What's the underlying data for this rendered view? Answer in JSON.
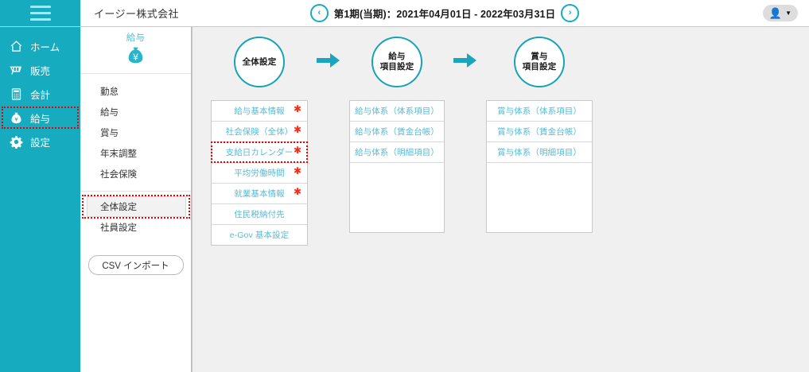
{
  "topbar": {
    "menu_icon": "hamburger-icon",
    "company_name": "イージー株式会社",
    "prev_label": "‹",
    "next_label": "›",
    "period_text": "第1期(当期)：2021年04月01日 - 2022年03月31日",
    "user_icon": "user-icon",
    "user_caret": "▼"
  },
  "nav": {
    "items": [
      {
        "label": "ホーム",
        "icon": "home-icon",
        "active": false
      },
      {
        "label": "販売",
        "icon": "cart-icon",
        "active": false
      },
      {
        "label": "会計",
        "icon": "calculator-icon",
        "active": false
      },
      {
        "label": "給与",
        "icon": "money-bag-icon",
        "active": true
      },
      {
        "label": "設定",
        "icon": "gear-icon",
        "active": false
      }
    ]
  },
  "sub": {
    "header_label": "給与",
    "header_icon": "money-bag-icon",
    "items": [
      {
        "label": "勤怠"
      },
      {
        "label": "給与"
      },
      {
        "label": "賞与"
      },
      {
        "label": "年末調整"
      },
      {
        "label": "社会保険"
      }
    ],
    "items2": [
      {
        "label": "全体設定",
        "selected": true
      },
      {
        "label": "社員設定",
        "selected": false
      }
    ],
    "csv_button": "CSV インポート"
  },
  "flow": {
    "steps": [
      {
        "circle_lines": [
          "全体設定"
        ],
        "rows": [
          {
            "label": "給与基本情報",
            "required": true,
            "highlighted": false
          },
          {
            "label": "社会保険（全体）",
            "required": true,
            "highlighted": false
          },
          {
            "label": "支給日カレンダー",
            "required": true,
            "highlighted": true
          },
          {
            "label": "平均労働時間",
            "required": true,
            "highlighted": false
          },
          {
            "label": "就業基本情報",
            "required": true,
            "highlighted": false
          },
          {
            "label": "住民税納付先",
            "required": false,
            "highlighted": false
          },
          {
            "label": "e-Gov 基本設定",
            "required": false,
            "highlighted": false
          }
        ]
      },
      {
        "circle_lines": [
          "給与",
          "項目設定"
        ],
        "rows": [
          {
            "label": "給与体系（体系項目）",
            "required": false,
            "highlighted": false
          },
          {
            "label": "給与体系（賃金台帳）",
            "required": false,
            "highlighted": false
          },
          {
            "label": "給与体系（明細項目）",
            "required": false,
            "highlighted": false
          }
        ]
      },
      {
        "circle_lines": [
          "賞与",
          "項目設定"
        ],
        "rows": [
          {
            "label": "賞与体系（体系項目）",
            "required": false,
            "highlighted": false
          },
          {
            "label": "賞与体系（賃金台帳）",
            "required": false,
            "highlighted": false
          },
          {
            "label": "賞与体系（明細項目）",
            "required": false,
            "highlighted": false
          }
        ]
      }
    ],
    "arrow_icon": "arrow-right-icon"
  },
  "colors": {
    "brand_teal": "#17abc0",
    "accent_cyan": "#54bcd6",
    "required_red": "#ff2a13",
    "highlight_red": "#ee0000",
    "content_bg": "#f0f0f0"
  }
}
